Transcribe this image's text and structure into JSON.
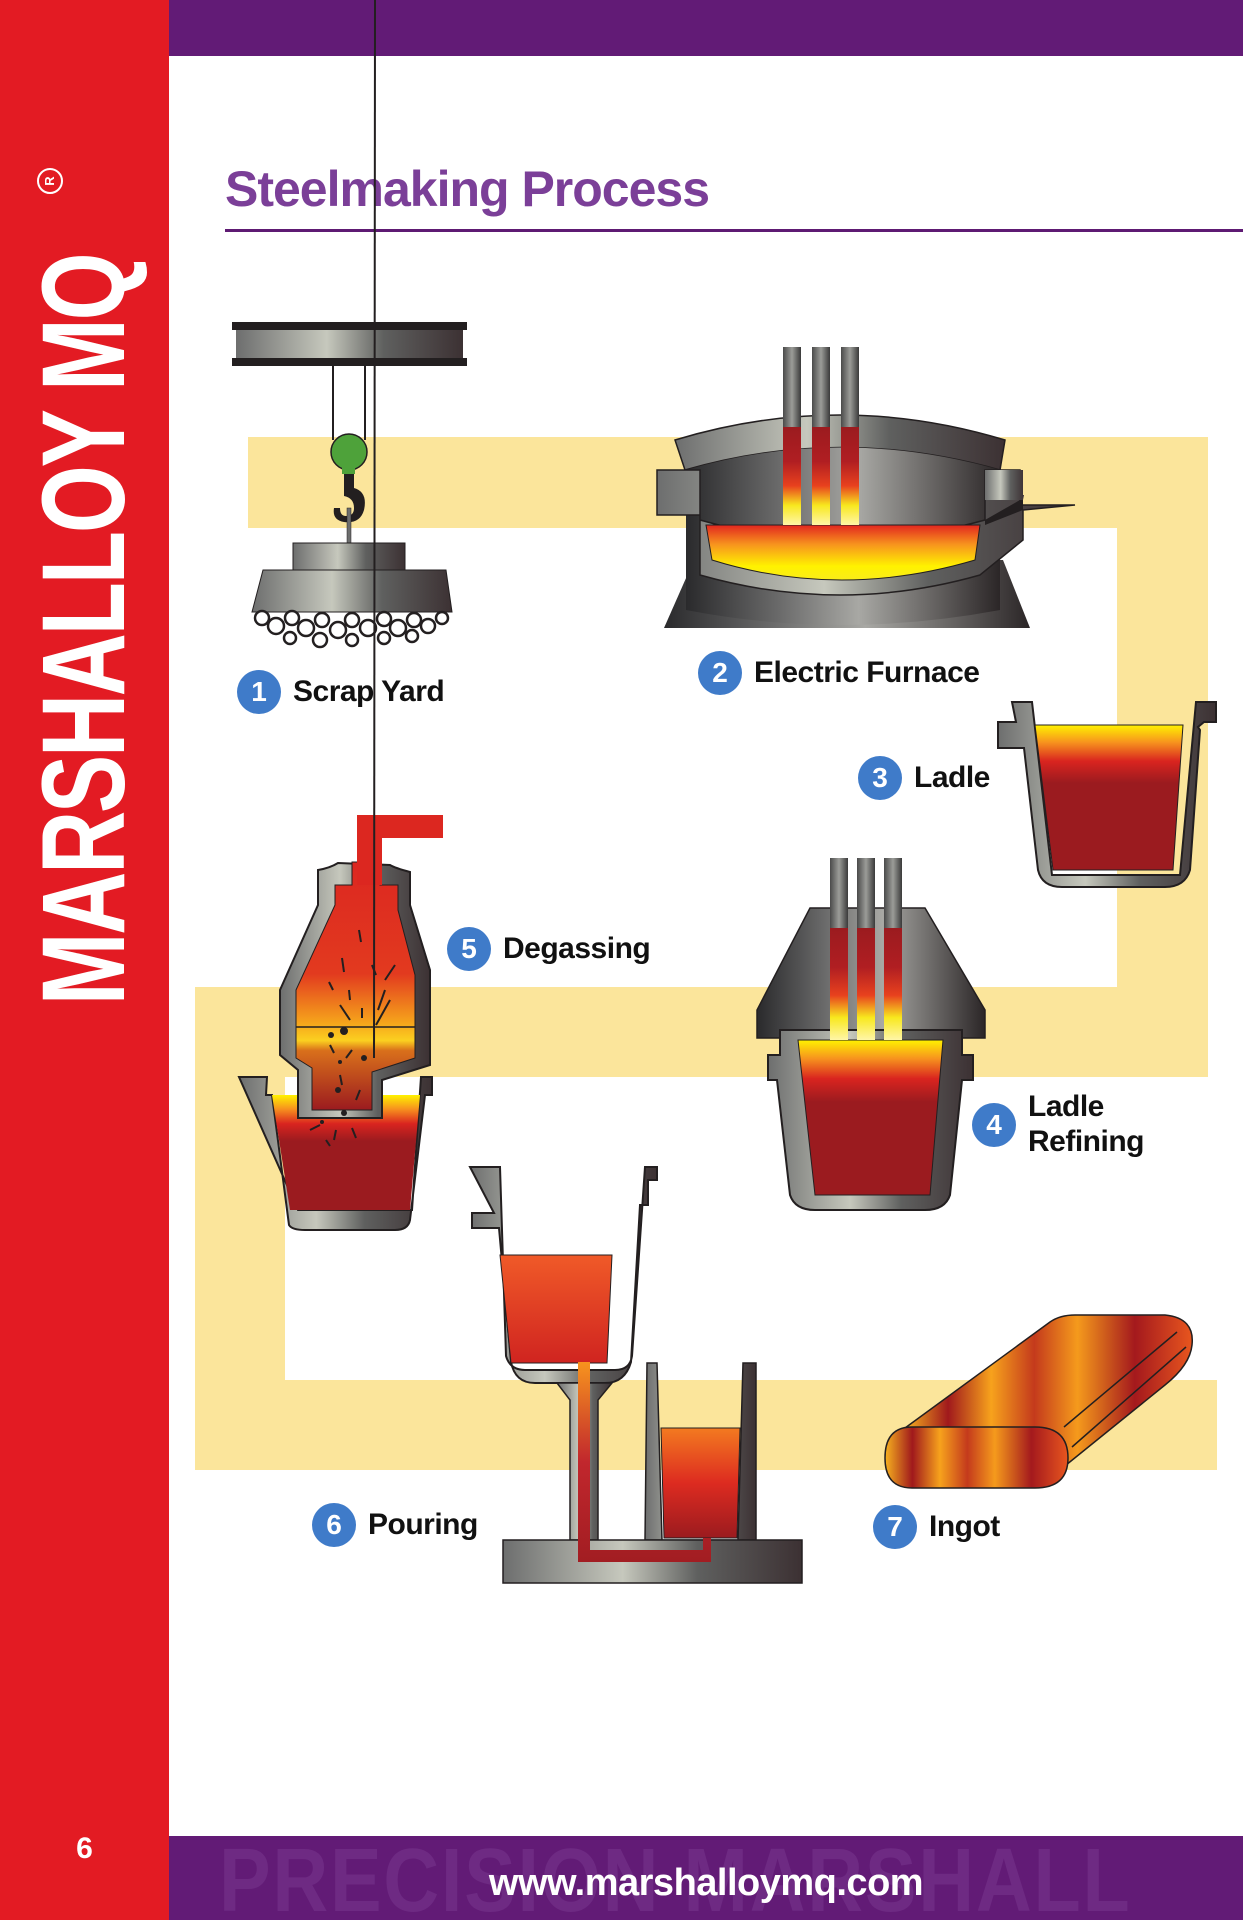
{
  "sidebar": {
    "brand": "MARSHALLOY MQ",
    "registered_mark": "R",
    "page_number": "6",
    "color": "#E31B23"
  },
  "header": {
    "bar_color": "#621B76",
    "title": "Steelmaking Process",
    "title_color": "#7B3F98"
  },
  "diagram": {
    "flow_band_color": "#FBE59B",
    "step_badge_color": "#3F7BC9",
    "steps": [
      {
        "number": "1",
        "label": "Scrap Yard"
      },
      {
        "number": "2",
        "label": "Electric Furnace"
      },
      {
        "number": "3",
        "label": "Ladle"
      },
      {
        "number": "4",
        "label_line1": "Ladle",
        "label_line2": "Refining"
      },
      {
        "number": "5",
        "label": "Degassing"
      },
      {
        "number": "6",
        "label": "Pouring"
      },
      {
        "number": "7",
        "label": "Ingot"
      }
    ]
  },
  "footer": {
    "watermark": "PRECISION MARSHALL",
    "url": "www.marshalloymq.com"
  }
}
